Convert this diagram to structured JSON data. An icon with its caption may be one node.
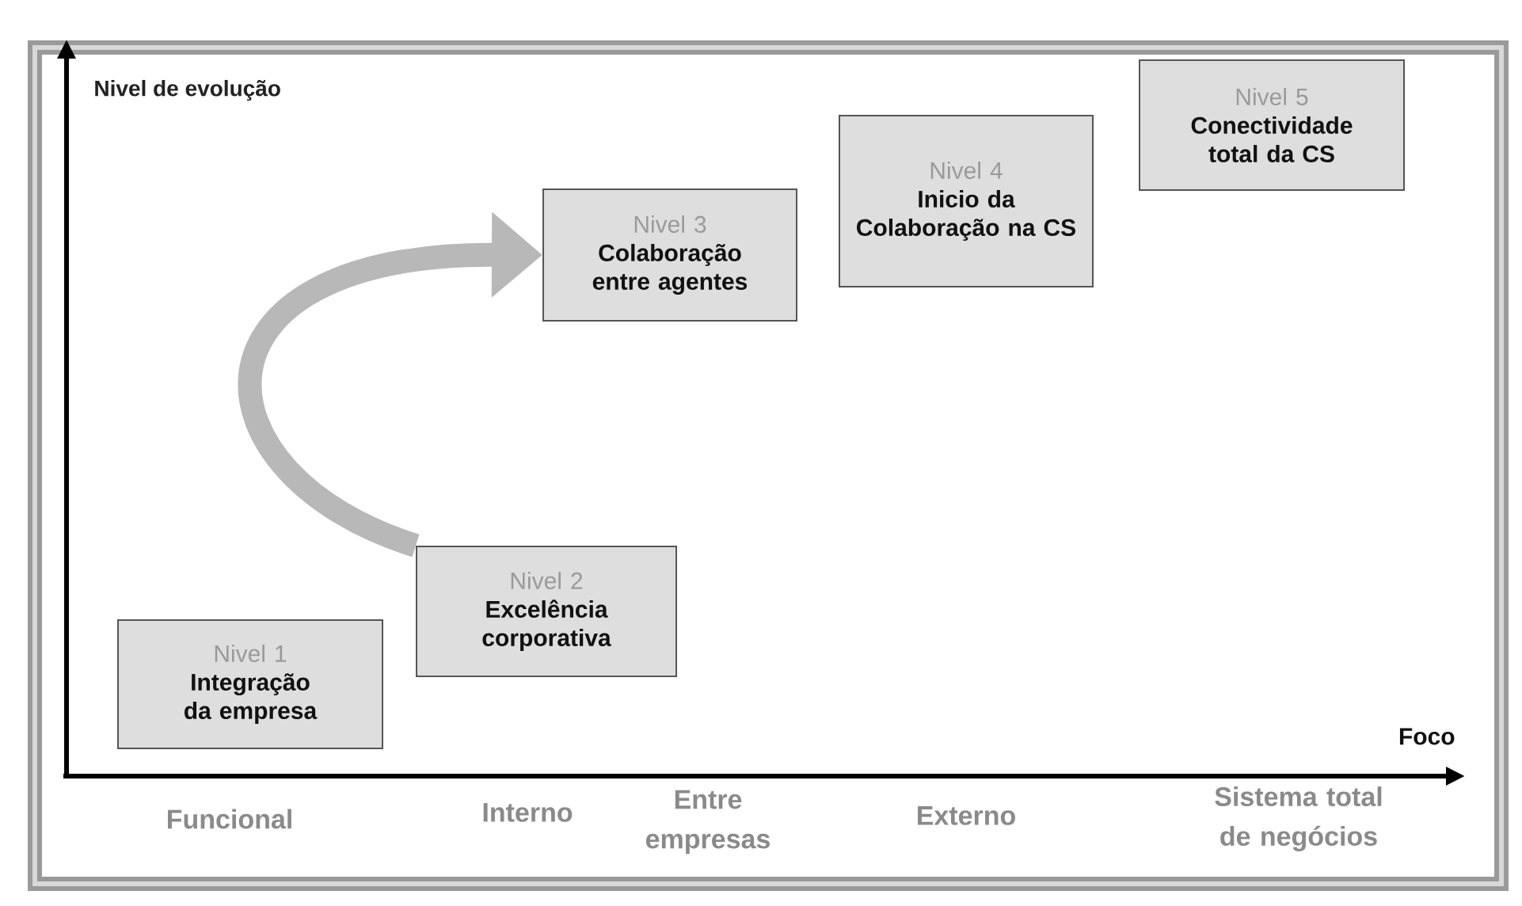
{
  "diagram": {
    "nodes": [
      {
        "text": [
          "Nivel 1",
          "Integração da empresa"
        ]
      },
      {
        "text": [
          "Nivel 2",
          "Excelência corporativa"
        ]
      },
      {
        "text": [
          "Nivel 3",
          "Colaboração entre agentes"
        ]
      },
      {
        "text": [
          "Nivel 4",
          "Inicio da Colaboração na CS"
        ]
      },
      {
        "text": [
          "Nivel 5",
          "Conectividade total da CS"
        ]
      }
    ],
    "edges": [
      {
        "from": 1,
        "to": 2,
        "arrow": "to"
      }
    ],
    "labels": [
      "Nivel de evolução",
      "Foco",
      "Funcional",
      "Interno",
      "Entre empresas",
      "Externo",
      "Sistema total de negócios"
    ]
  }
}
